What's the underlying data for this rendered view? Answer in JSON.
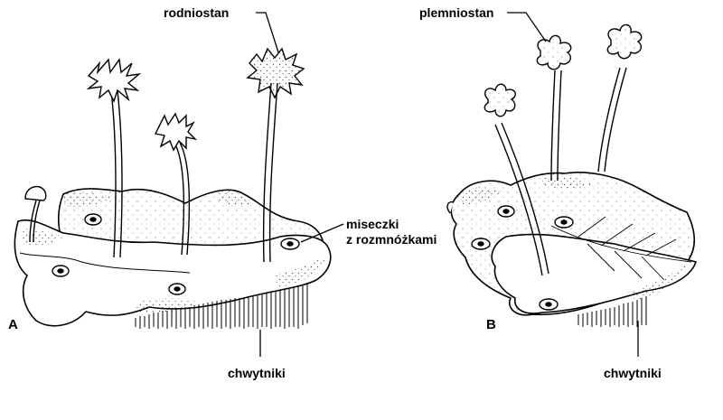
{
  "labels": {
    "a_archegoniophore": "rodniostan",
    "a_cups_line1": "miseczki",
    "a_cups_line2": "z rozmnóżkami",
    "a_rhizoids": "chwytniki",
    "b_antheridiophore": "plemniostan",
    "b_rhizoids": "chwytniki"
  },
  "panels": {
    "a": "A",
    "b": "B"
  },
  "colors": {
    "ink": "#000000",
    "paper": "#ffffff",
    "stipple": "#555555"
  }
}
